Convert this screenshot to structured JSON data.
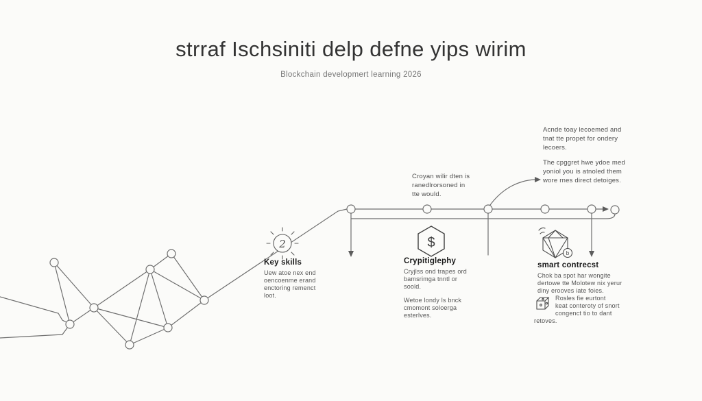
{
  "meta": {
    "background_color": "#fbfbf9",
    "line_color": "#6e6e6e",
    "heading_color": "#1b1b1b",
    "body_color": "#555555"
  },
  "header": {
    "title": "strraf Ischsiniti delp defne yips wirim",
    "subtitle": "Blockchain developmert learning 2026"
  },
  "notes": {
    "top_right_1": "Acnde toay lecoemed and\ntnat tte propet for ondery\nlecoers.",
    "top_right_2": "The cpggret hwe ydoe med\nyoniol you is atnoled them\nwore rnes direct detoiges.",
    "timeline_note": "Croyan wilir dten is\nranedlrorsoned in\ntte would."
  },
  "sections": {
    "key_skills": {
      "title": "Key skills",
      "body": "Uew atoe nex end\noencoenme erand\nenctoring remenct\nloot.",
      "icon": "idea-sun-icon",
      "icon_glyph": "2"
    },
    "cryptography": {
      "title": "Crypitiglephy",
      "body1": "Cryjlss ond trapes ord\nbamsrimga tnntl or\nsoold.",
      "body2": "Wetoe londy ls bnck\ncmomont soloerga\nesterlves.",
      "icon": "dollar-hexagon-icon",
      "icon_glyph": "$"
    },
    "smart_contract": {
      "title": "smart contrecst",
      "body": "Chok ba spot har wongite\ndertowe tte Molotew nix yerur\ndiny erooves iate foies.",
      "sub_note": "Rosles fie eurtont\nkeat conteroty of snort\ncongenct tio to dant\nretoves.",
      "icon": "gem-icon",
      "icon_badge_glyph": "b",
      "sub_icon": "cube-icon"
    }
  }
}
